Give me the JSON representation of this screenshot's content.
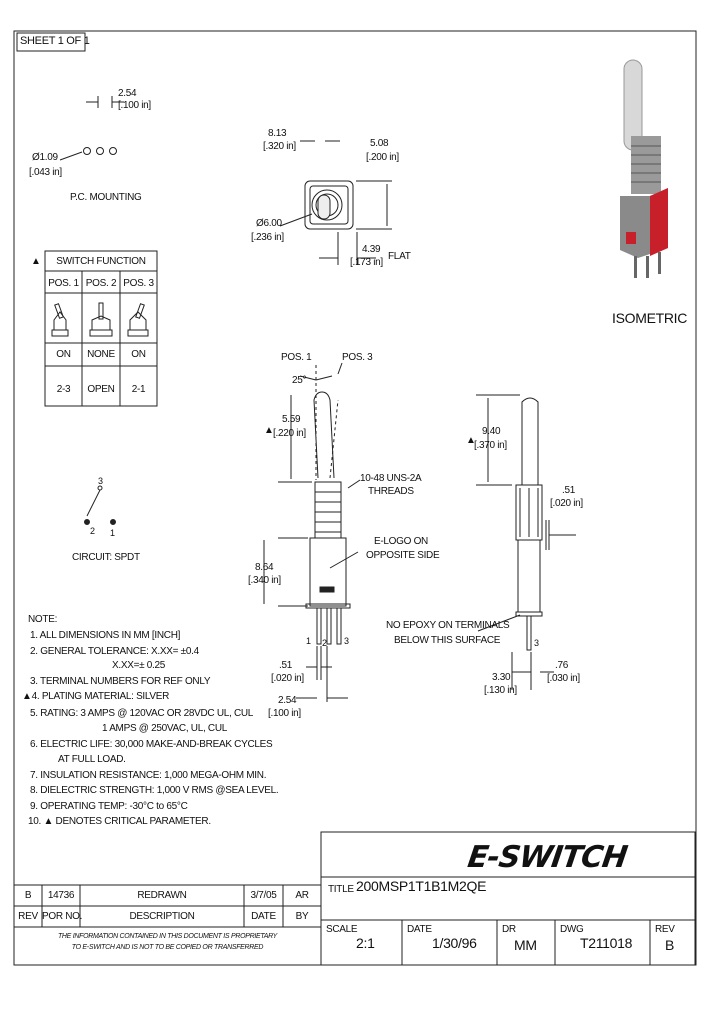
{
  "sheet": "SHEET 1 OF 1",
  "pc_mounting": {
    "spacing": "2.54",
    "spacing_in": "[.100 in]",
    "hole_dia": "Ø1.09",
    "hole_dia_in": "[.043 in]",
    "label": "P.C. MOUNTING"
  },
  "top_view": {
    "w1": "8.13",
    "w1_in": "[.320 in]",
    "w2": "5.08",
    "w2_in": "[.200 in]",
    "bush_dia": "Ø6.00",
    "bush_dia_in": "[.236 in]",
    "flat": "4.39",
    "flat_in": "[.173 in]",
    "flat_label": "FLAT"
  },
  "isometric_label": "ISOMETRIC",
  "switch_function": {
    "title": "SWITCH FUNCTION",
    "marker": "▲",
    "headers": [
      "POS. 1",
      "POS. 2",
      "POS. 3"
    ],
    "functions": [
      "ON",
      "NONE",
      "ON"
    ],
    "terminals": [
      "2-3",
      "OPEN",
      "2-1"
    ]
  },
  "circuit": {
    "label": "CIRCUIT: SPDT",
    "term1": "1",
    "term2": "2",
    "term3": "3"
  },
  "front_view": {
    "pos1": "POS. 1",
    "pos3": "POS. 3",
    "angle": "25°",
    "lever_h": "5.59",
    "lever_h_in": "[.220 in]",
    "threads": "10-48 UNS-2A",
    "threads2": "THREADS",
    "logo1": "E-LOGO ON",
    "logo2": "OPPOSITE SIDE",
    "body_h": "8.64",
    "body_h_in": "[.340 in]",
    "t1": "1",
    "t2": "2",
    "t3": "3",
    "term_w": ".51",
    "term_w_in": "[.020 in]",
    "pitch": "2.54",
    "pitch_in": "[.100 in]"
  },
  "side_view": {
    "lever_h": "9.40",
    "lever_h_in": "[.370 in]",
    "thick": ".51",
    "thick_in": "[.020 in]",
    "epoxy1": "NO EPOXY ON TERMINALS",
    "epoxy2": "BELOW THIS SURFACE",
    "term": "3",
    "len": "3.30",
    "len_in": "[.130 in]",
    "w": ".76",
    "w_in": "[.030 in]"
  },
  "notes": [
    "NOTE:",
    "1. ALL DIMENSIONS IN MM [INCH]",
    "2. GENERAL TOLERANCE: X.XX= ±0.4",
    "X.XX=± 0.25",
    "3. TERMINAL NUMBERS FOR REF ONLY",
    "▲4. PLATING MATERIAL: SILVER",
    "5. RATING: 3 AMPS @ 120VAC OR 28VDC UL, CUL",
    "1 AMPS @ 250VAC, UL, CUL",
    "6. ELECTRIC LIFE: 30,000 MAKE-AND-BREAK CYCLES",
    "AT FULL LOAD.",
    "7. INSULATION RESISTANCE: 1,000 MEGA-OHM MIN.",
    "8. DIELECTRIC STRENGTH: 1,000 V RMS @SEA LEVEL.",
    "9. OPERATING TEMP: -30°C to 65°C",
    "10. ▲ DENOTES CRITICAL PARAMETER."
  ],
  "logo": "E-SWITCH",
  "title_label": "TITLE",
  "title": "200MSP1T1B1M2QE",
  "revision_row": {
    "rev": "B",
    "por": "14736",
    "desc": "REDRAWN",
    "date": "3/7/05",
    "by": "AR"
  },
  "revision_headers": {
    "rev": "REV",
    "por": "POR NO.",
    "desc": "DESCRIPTION",
    "date": "DATE",
    "by": "BY"
  },
  "disclaimer1": "THE INFORMATION CONTAINED IN THIS DOCUMENT IS PROPRIETARY",
  "disclaimer2": "TO E-SWITCH AND IS NOT TO BE COPIED OR TRANSFERRED",
  "block": {
    "scale_l": "SCALE",
    "scale": "2:1",
    "date_l": "DATE",
    "date": "1/30/96",
    "dr_l": "DR",
    "dr": "MM",
    "dwg_l": "DWG",
    "dwg": "T211018",
    "rev_l": "REV",
    "rev": "B"
  }
}
